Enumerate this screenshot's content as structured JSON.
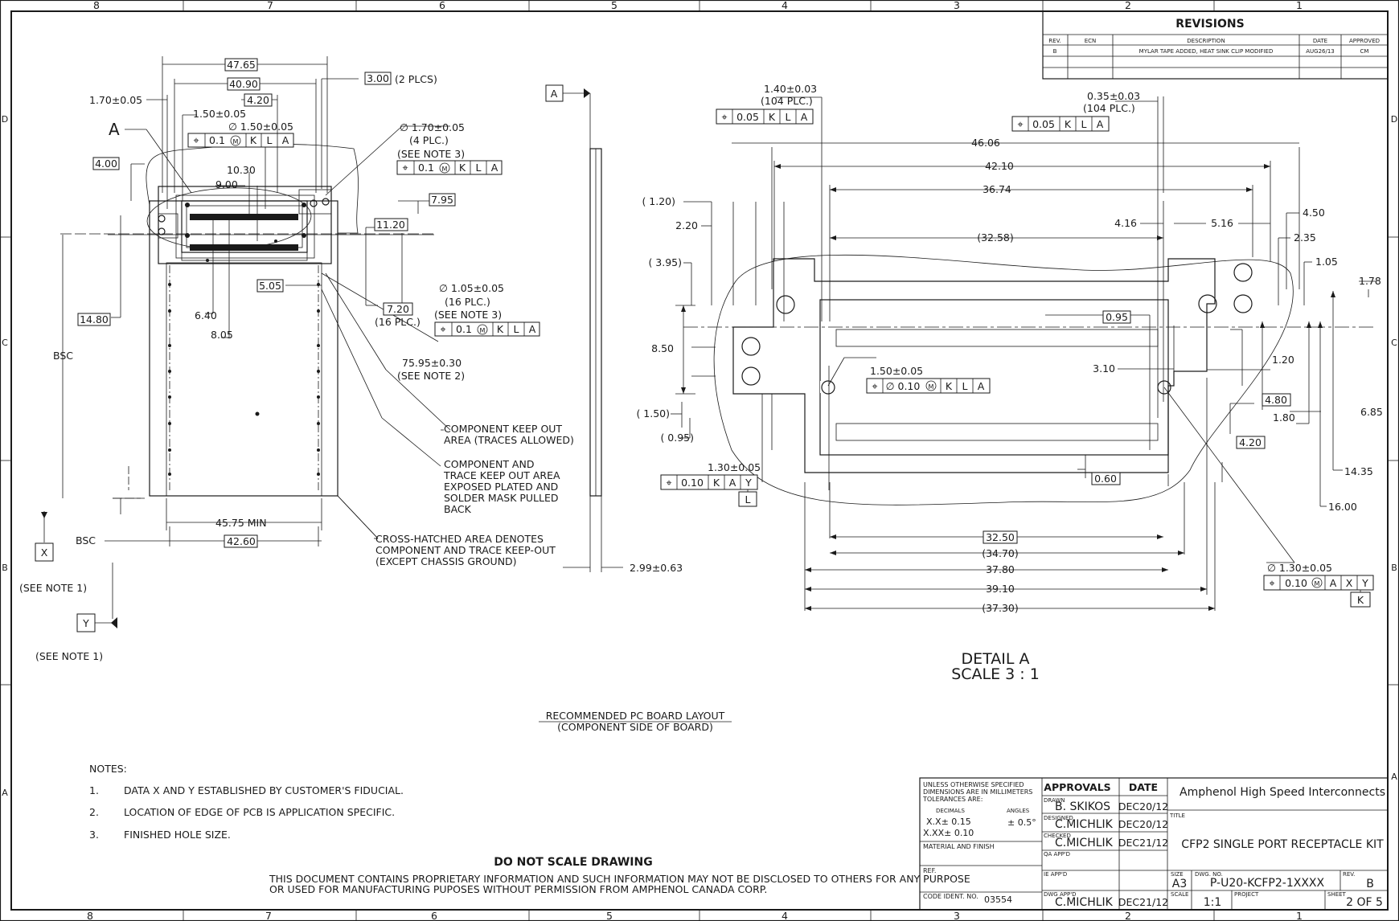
{
  "sheet": {
    "zones_top": [
      "8",
      "7",
      "6",
      "5",
      "4",
      "3",
      "2",
      "1"
    ],
    "zones_side": [
      "D",
      "C",
      "B",
      "A"
    ]
  },
  "revisions": {
    "title": "REVISIONS",
    "headers": [
      "REV.",
      "ECN",
      "DESCRIPTION",
      "DATE",
      "APPROVED"
    ],
    "rows": [
      [
        "B",
        "",
        "MYLAR TAPE ADDED, HEAT SINK CLIP MODIFIED",
        "AUG26/13",
        "CM"
      ]
    ]
  },
  "board_layout": {
    "dims": {
      "w4765": "47.65",
      "w4090": "40.90",
      "w420": "4.20",
      "w300": "3.00",
      "plcs2": "(2 PLCS)",
      "w170": "1.70±0.05",
      "w150": "1.50±0.05",
      "dia150": "∅ 1.50±0.05",
      "callout_a": "A",
      "dia170": "∅ 1.70±0.05",
      "plc4": "(4 PLC.)",
      "seenote3a": "(SEE NOTE 3)",
      "w400": "4.00",
      "w1030": "10.30",
      "w900": "9.00",
      "w795": "7.95",
      "w1120": "11.20",
      "w505": "5.05",
      "dia105": "∅ 1.05±0.05",
      "plc16a": "(16 PLC.)",
      "seenote3b": "(SEE NOTE 3)",
      "w720": "7.20",
      "plc16b": "(16 PLC.)",
      "w1480": "14.80",
      "w640": "6.40",
      "w805": "8.05",
      "bsc1": "BSC",
      "w7595": "75.95±0.30",
      "seenote2": "(SEE NOTE 2)",
      "w4575": "45.75 MIN",
      "bsc2": "BSC",
      "w4260": "42.60",
      "w299": "2.99±0.63",
      "datum_x": "X",
      "datum_y": "Y",
      "datum_a": "A",
      "seenote1a": "(SEE NOTE 1)",
      "seenote1b": "(SEE NOTE 1)"
    },
    "fcf_01": [
      "0.1",
      "K",
      "L",
      "A"
    ],
    "fcf_02": [
      "0.1",
      "K",
      "L",
      "A"
    ],
    "fcf_03": [
      "0.1",
      "K",
      "L",
      "A"
    ],
    "notes_keepout": [
      "COMPONENT KEEP OUT",
      "AREA (TRACES ALLOWED)"
    ],
    "notes_trace": [
      "COMPONENT AND",
      "TRACE KEEP OUT AREA",
      "EXPOSED PLATED AND",
      "SOLDER MASK PULLED",
      "BACK"
    ],
    "notes_cross": [
      "CROSS-HATCHED AREA DENOTES",
      "COMPONENT AND TRACE KEEP-OUT",
      "(EXCEPT CHASSIS GROUND)"
    ],
    "caption": [
      "RECOMMENDED PC BOARD LAYOUT",
      "(COMPONENT SIDE OF BOARD)"
    ]
  },
  "detail": {
    "dims": {
      "d140": "1.40±0.03",
      "plc104a": "(104 PLC.)",
      "d035": "0.35±0.03",
      "plc104b": "(104 PLC.)",
      "d4606": "46.06",
      "d4210": "42.10",
      "d3674": "36.74",
      "d120p": "( 1.20)",
      "d220": "2.20",
      "d3258": "(32.58)",
      "d416": "4.16",
      "d516": "5.16",
      "d450": "4.50",
      "d235": "2.35",
      "d395": "( 3.95)",
      "d105": "1.05",
      "d178": "1.78",
      "d095": "0.95",
      "d850": "8.50",
      "d150h": "1.50±0.05",
      "d310": "3.10",
      "d120": "1.20",
      "d480": "4.80",
      "d180": "1.80",
      "d685": "6.85",
      "d150p": "( 1.50)",
      "d095p": "( 0.95)",
      "d420": "4.20",
      "d130h": "1.30±0.05",
      "d1435": "14.35",
      "d060": "0.60",
      "d1600": "16.00",
      "d3250": "32.50",
      "d3470": "(34.70)",
      "d3780": "37.80",
      "d3910": "39.10",
      "d3730": "(37.30)",
      "d130dia": "∅ 1.30±0.05",
      "dl": "L",
      "dk": "K"
    },
    "fcf_a": [
      "0.05",
      "K",
      "L",
      "A"
    ],
    "fcf_b": [
      "0.05",
      "K",
      "L",
      "A"
    ],
    "fcf_c": [
      "∅ 0.10",
      "K",
      "L",
      "A"
    ],
    "fcf_d": [
      "0.10",
      "K",
      "A",
      "Y"
    ],
    "fcf_e": [
      "0.10",
      "A",
      "X",
      "Y"
    ],
    "title": "DETAIL A",
    "scale": "SCALE 3 : 1"
  },
  "notes": {
    "heading": "NOTES:",
    "items": [
      {
        "num": "1.",
        "text": "DATA X AND Y ESTABLISHED BY CUSTOMER'S FIDUCIAL."
      },
      {
        "num": "2.",
        "text": "LOCATION OF EDGE OF PCB IS APPLICATION SPECIFIC."
      },
      {
        "num": "3.",
        "text": "FINISHED HOLE SIZE."
      }
    ]
  },
  "footer": {
    "dont_scale": "DO NOT SCALE DRAWING",
    "proprietary": [
      "THIS DOCUMENT CONTAINS PROPRIETARY INFORMATION AND SUCH INFORMATION MAY NOT BE DISCLOSED TO OTHERS FOR ANY PURPOSE",
      "OR USED FOR MANUFACTURING PUPOSES WITHOUT PERMISSION FROM AMPHENOL CANADA CORP."
    ]
  },
  "title_block": {
    "tol": [
      "UNLESS OTHERWISE SPECIFIED",
      "DIMENSIONS ARE IN MILLIMETERS",
      "TOLERANCES ARE:"
    ],
    "decimals_label": "DECIMALS",
    "angles_label": "ANGLES",
    "xx": "X.X± 0.15",
    "xxx": "X.XX± 0.10",
    "ang": "± 0.5°",
    "material": "MATERIAL AND FINISH",
    "ref": "REF.",
    "code_label": "CODE IDENT. NO.",
    "code": "03554",
    "approvals": "APPROVALS",
    "date": "DATE",
    "drawn_lbl": "DRAWN",
    "drawn": "B. SKIKOS",
    "drawn_date": "DEC20/12",
    "designed_lbl": "DESIGNED",
    "designed": "C.MICHLIK",
    "designed_date": "DEC20/12",
    "checked_lbl": "CHECKED",
    "checked": "C.MICHLIK",
    "checked_date": "DEC21/12",
    "qa_lbl": "QA APP'D",
    "ie_lbl": "IE APP'D",
    "dwgappd_lbl": "DWG APP'D",
    "dwgappd": "C.MICHLIK",
    "dwgappd_date": "DEC21/12",
    "company": "Amphenol High Speed Interconnects",
    "title_lbl": "TITLE",
    "title": "CFP2 SINGLE PORT RECEPTACLE KIT",
    "size_lbl": "SIZE",
    "size": "A3",
    "dwgno_lbl": "DWG. NO.",
    "dwgno": "P-U20-KCFP2-1XXXX",
    "rev_lbl": "REV.",
    "rev": "B",
    "scale_lbl": "SCALE",
    "scale": "1:1",
    "project_lbl": "PROJECT",
    "sheet_lbl": "SHEET",
    "sheet": "2 OF 5"
  }
}
